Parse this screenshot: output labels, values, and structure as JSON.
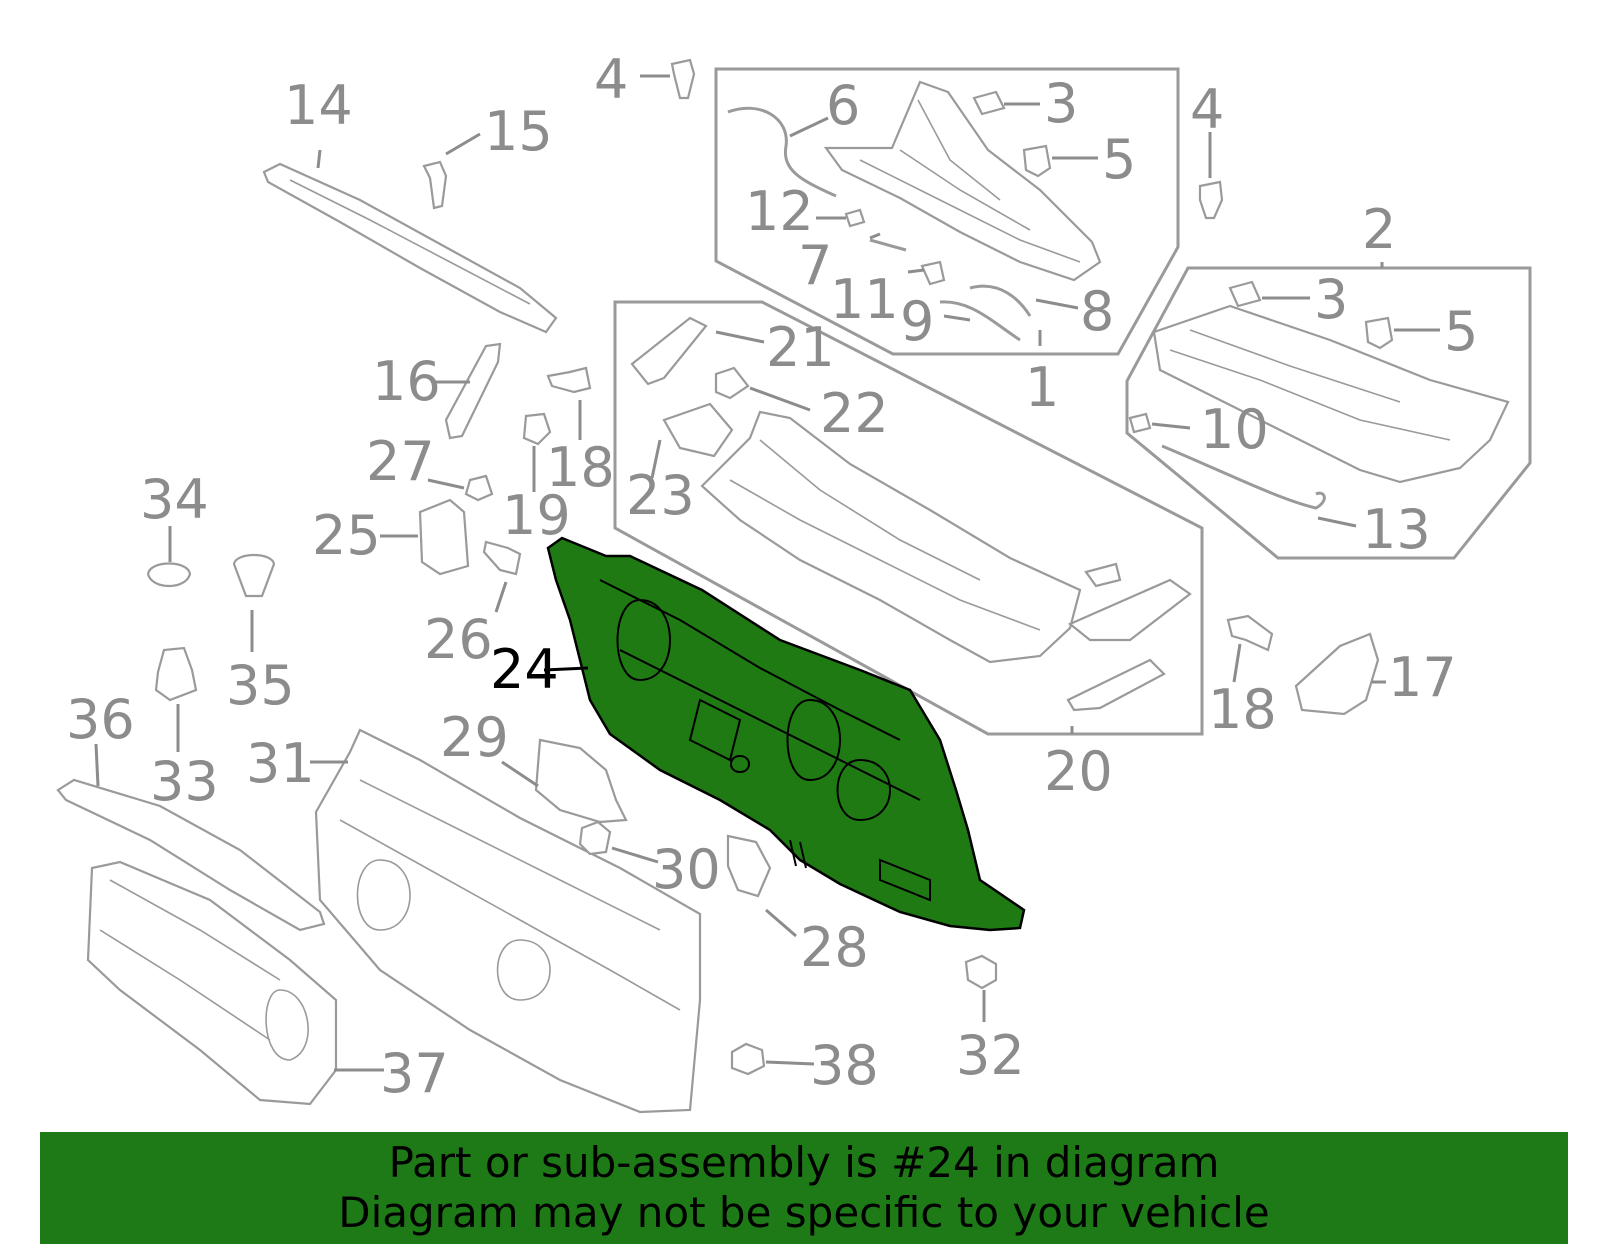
{
  "labels": {
    "l1": "1",
    "l2": "2",
    "l3a": "3",
    "l3b": "3",
    "l4a": "4",
    "l4b": "4",
    "l5a": "5",
    "l5b": "5",
    "l6": "6",
    "l7": "7",
    "l8": "8",
    "l9": "9",
    "l10": "10",
    "l11": "11",
    "l12": "12",
    "l13": "13",
    "l14": "14",
    "l15": "15",
    "l16": "16",
    "l17": "17",
    "l18a": "18",
    "l18b": "18",
    "l19": "19",
    "l20": "20",
    "l21": "21",
    "l22": "22",
    "l23": "23",
    "l24": "24",
    "l25": "25",
    "l26": "26",
    "l27": "27",
    "l28": "28",
    "l29": "29",
    "l30": "30",
    "l31": "31",
    "l32": "32",
    "l33": "33",
    "l34": "34",
    "l35": "35",
    "l36": "36",
    "l37": "37",
    "l38": "38"
  },
  "highlight": {
    "part_number": "24",
    "color": "#1f7a14"
  },
  "footer": {
    "line1": "Part or sub-assembly is #24 in diagram",
    "line2": "Diagram may not be specific to your vehicle",
    "background": "#1e7a16"
  }
}
